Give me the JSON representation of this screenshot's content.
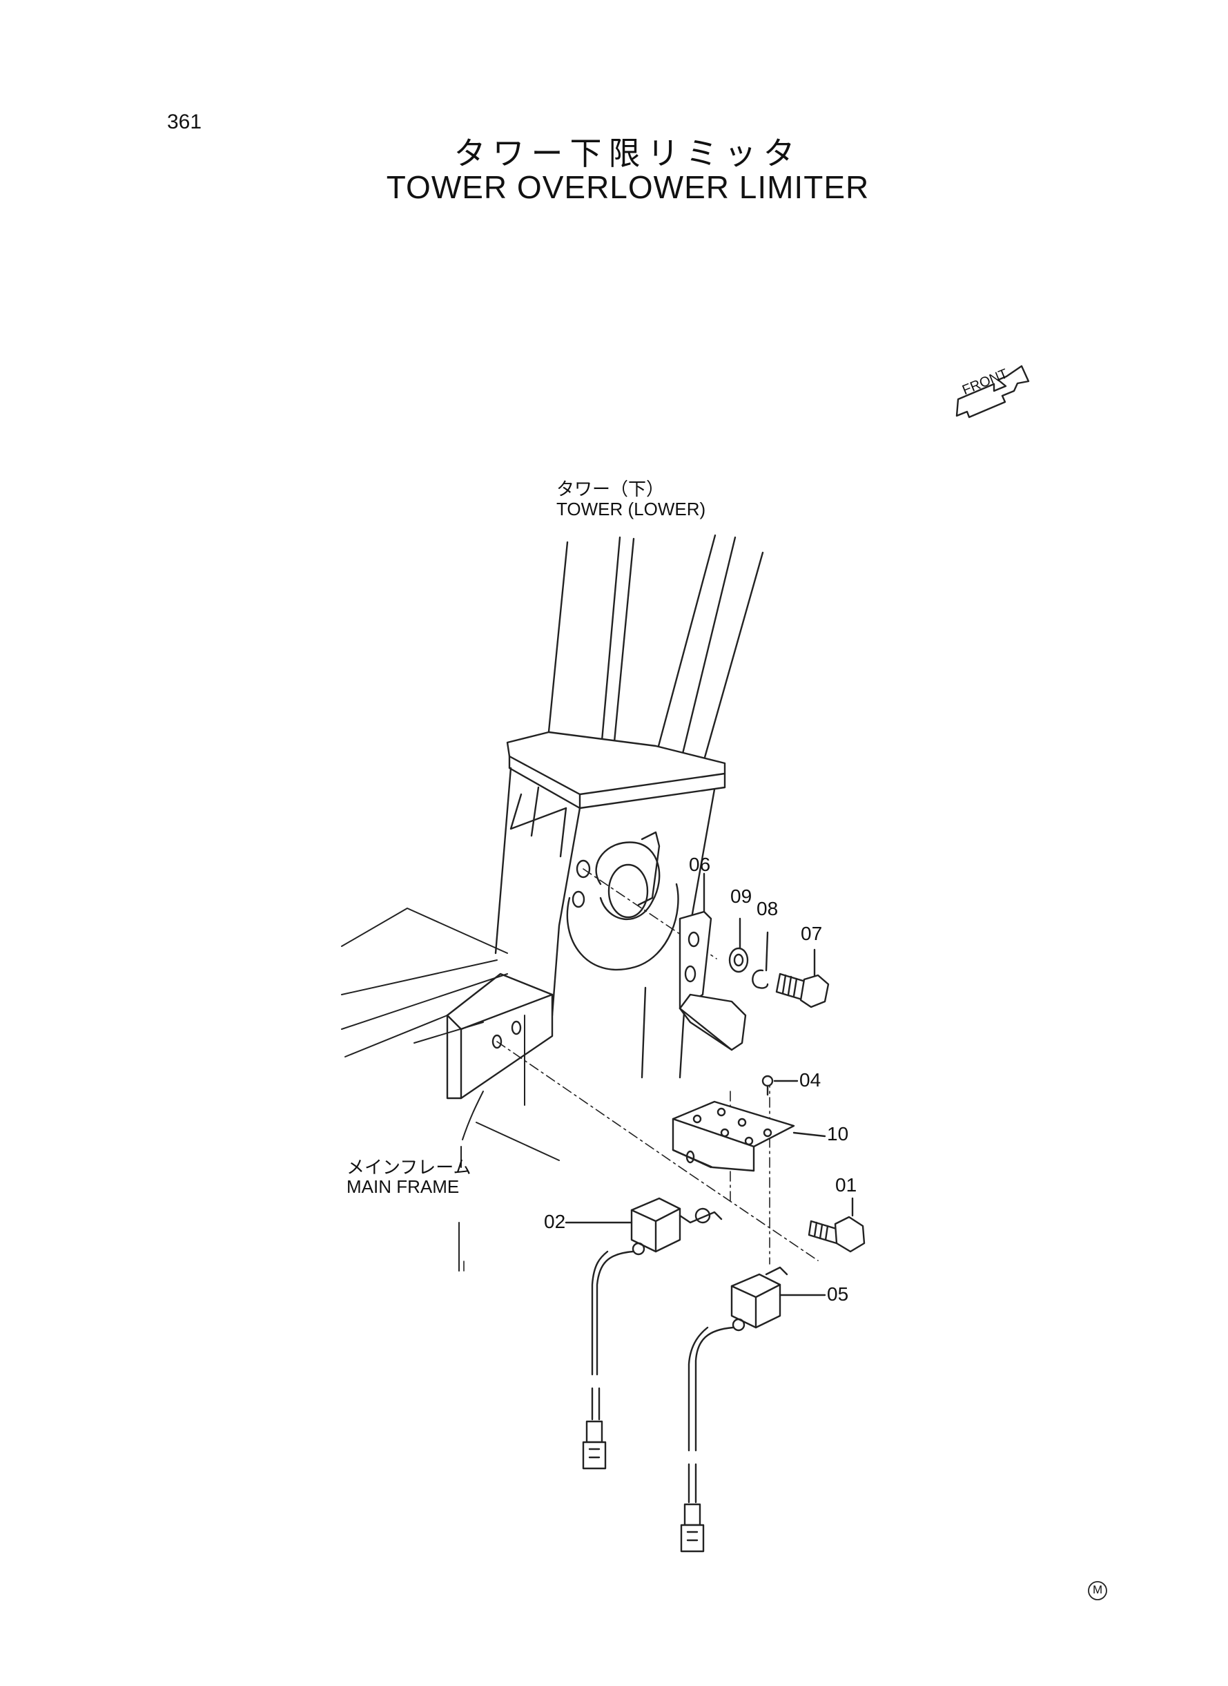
{
  "page_number": "361",
  "title": {
    "japanese": "タワー下限リミッタ",
    "english": "TOWER OVERLOWER LIMITER"
  },
  "front_indicator": "FRONT",
  "labels": {
    "tower_lower_ja": "タワー（下）",
    "tower_lower_en": "TOWER (LOWER)",
    "main_frame_ja": "メインフレーム",
    "main_frame_en": "MAIN FRAME"
  },
  "part_numbers": [
    "01",
    "02",
    "04",
    "05",
    "06",
    "07",
    "08",
    "09",
    "10"
  ],
  "mark": "M"
}
